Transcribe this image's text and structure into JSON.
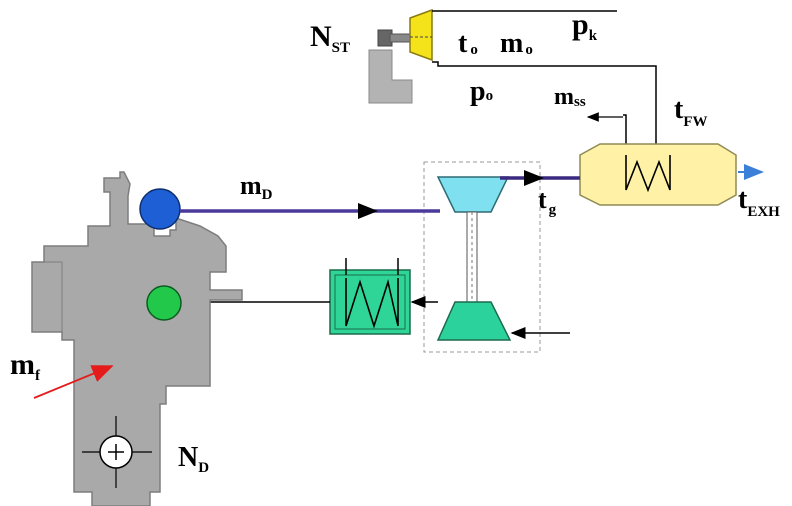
{
  "labels": {
    "nst": {
      "main": "N",
      "sub": "ST"
    },
    "pk": {
      "main": "p",
      "sub": "k"
    },
    "to": {
      "main": "t",
      "sub": "o"
    },
    "mo": {
      "main": "m",
      "sub": "o"
    },
    "po": {
      "main": "p",
      "sub": "o"
    },
    "mss": {
      "main": "m",
      "sub": "ss"
    },
    "tfw": {
      "main": "t",
      "sub": "FW"
    },
    "md": {
      "main": "m",
      "sub": "D"
    },
    "tg": {
      "main": "t",
      "sub": "g"
    },
    "texh": {
      "main": "t",
      "sub": "EXH"
    },
    "mf": {
      "main": "m",
      "sub": "f"
    },
    "nd": {
      "main": "N",
      "sub": "D"
    }
  },
  "colors": {
    "engine": "#a9a9a9",
    "exhaust_receiver": "#1f5fd6",
    "air_receiver": "#22c84a",
    "exhaust_pipe": "#5a3fa0",
    "turbine": "#7fe0ef",
    "compressor": "#2bd29b",
    "cooler": "#2fd596",
    "boiler": "#fff2a6",
    "steam_turbine": "#f4e21a",
    "fuel_arrow": "#e51b1b"
  }
}
